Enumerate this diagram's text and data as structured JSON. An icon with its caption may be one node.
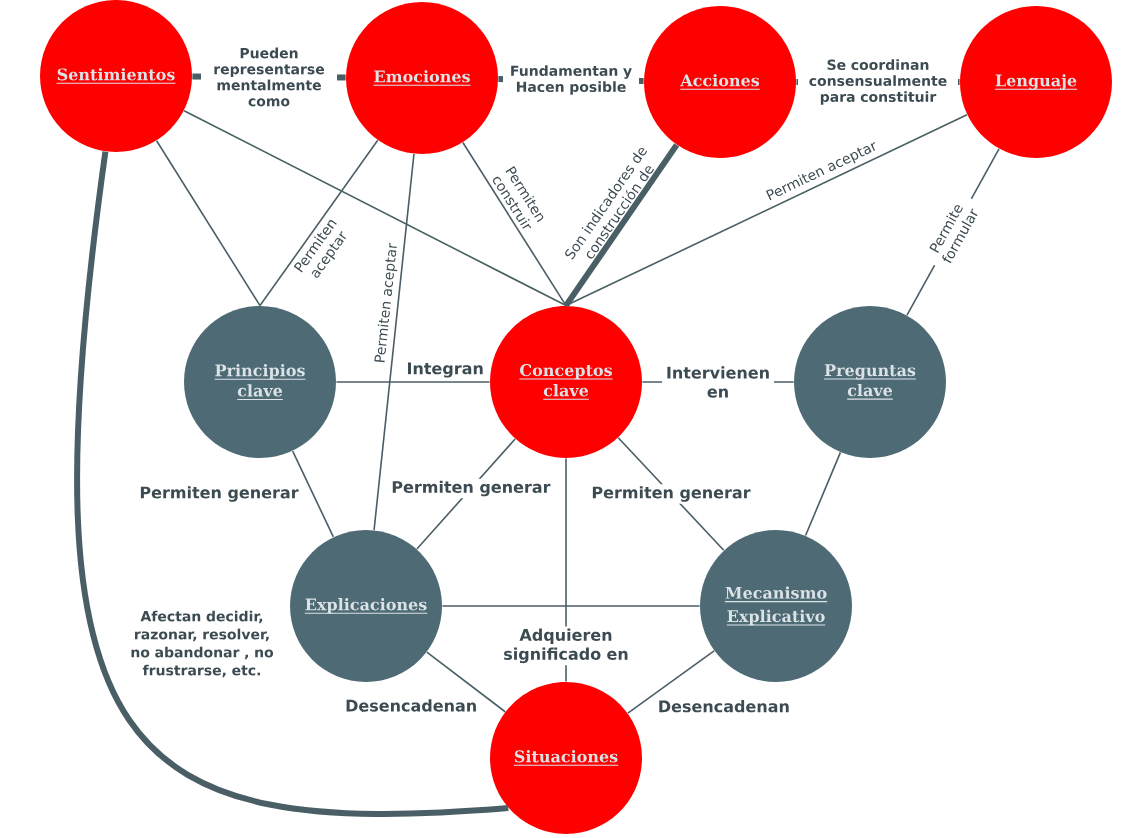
{
  "diagram": {
    "nodes": [
      {
        "text": [
          "Sentimientos"
        ]
      },
      {
        "text": [
          "Emociones"
        ]
      },
      {
        "text": [
          "Acciones"
        ]
      },
      {
        "text": [
          "Lenguaje"
        ]
      },
      {
        "text": [
          "Principios clave"
        ]
      },
      {
        "text": [
          "Conceptos clave"
        ]
      },
      {
        "text": [
          "Preguntas clave"
        ]
      },
      {
        "text": [
          "Explicaciones"
        ]
      },
      {
        "text": [
          "Mecanismo Explicativo"
        ]
      },
      {
        "text": [
          "Situaciones"
        ]
      }
    ],
    "edges": [
      {
        "from": 0,
        "to": 1,
        "arrow": "none",
        "label": "Pueden representarse mentalmente como",
        "style": "thick"
      },
      {
        "from": 1,
        "to": 2,
        "arrow": "none",
        "label": "Fundamentan y Hacen posible",
        "style": "thick"
      },
      {
        "from": 2,
        "to": 3,
        "arrow": "none",
        "label": "Se coordinan consensualmente para constituir",
        "style": "thick"
      },
      {
        "from": 0,
        "to": 4,
        "arrow": "none"
      },
      {
        "from": 0,
        "to": 5,
        "arrow": "none"
      },
      {
        "from": 1,
        "to": 4,
        "arrow": "none",
        "label": "Permiten aceptar"
      },
      {
        "from": 1,
        "to": 7,
        "arrow": "none",
        "label": "Permiten aceptar"
      },
      {
        "from": 1,
        "to": 5,
        "arrow": "none",
        "label": "Permiten construir"
      },
      {
        "from": 2,
        "to": 5,
        "arrow": "none",
        "label": "Son indicadores de construcción de",
        "style": "thick"
      },
      {
        "from": 3,
        "to": 5,
        "arrow": "none",
        "label": "Permiten aceptar"
      },
      {
        "from": 3,
        "to": 6,
        "arrow": "none",
        "label": "Permite formular"
      },
      {
        "from": 4,
        "to": 5,
        "arrow": "none",
        "label": "Integran"
      },
      {
        "from": 5,
        "to": 6,
        "arrow": "none",
        "label": "Intervienen en"
      },
      {
        "from": 4,
        "to": 7,
        "arrow": "none",
        "label": "Permiten generar"
      },
      {
        "from": 5,
        "to": 7,
        "arrow": "none",
        "label": "Permiten generar"
      },
      {
        "from": 5,
        "to": 8,
        "arrow": "none",
        "label": "Permiten generar"
      },
      {
        "from": 6,
        "to": 8,
        "arrow": "none"
      },
      {
        "from": 5,
        "to": 9,
        "arrow": "none",
        "label": "Adquieren significado en"
      },
      {
        "from": 7,
        "to": 8,
        "arrow": "none"
      },
      {
        "from": 7,
        "to": 9,
        "arrow": "none",
        "label": "Desencadenan"
      },
      {
        "from": 8,
        "to": 9,
        "arrow": "none",
        "label": "Desencadenan"
      },
      {
        "from": 0,
        "to": 9,
        "arrow": "none",
        "label": "Afectan decidir, razonar, resolver, no abandonar , no frustrarse, etc.",
        "style": "thick"
      }
    ]
  }
}
